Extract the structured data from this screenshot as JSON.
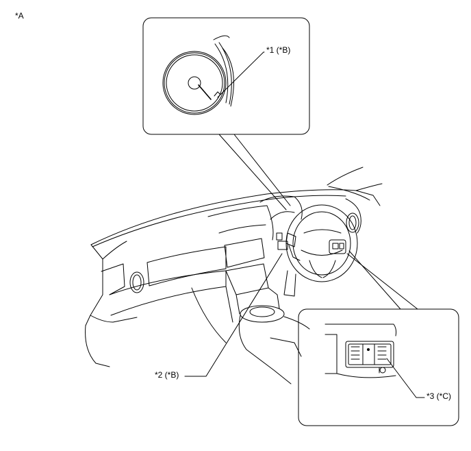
{
  "figure": {
    "view_label": "*A",
    "callouts": [
      {
        "id": "1",
        "text": "*1 (*B)",
        "part": "combination-meter"
      },
      {
        "id": "2",
        "text": "*2 (*B)",
        "part": "dash-switch-cluster"
      },
      {
        "id": "3",
        "text": "*3 (*C)",
        "part": "steering-pad-switch"
      }
    ],
    "line_color": "#000000",
    "background_color": "#ffffff"
  }
}
